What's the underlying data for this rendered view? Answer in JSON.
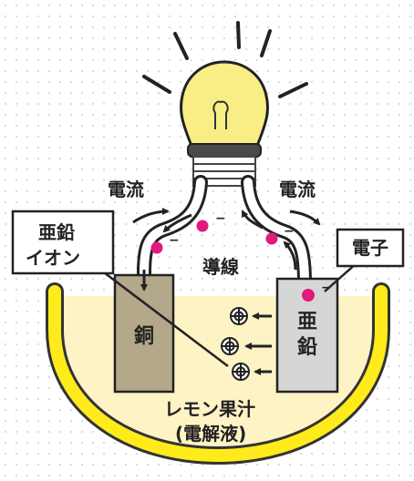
{
  "labels": {
    "current_left": "電流",
    "current_right": "電流",
    "wire": "導線",
    "copper": "銅",
    "zinc_line1": "亜",
    "zinc_line2": "鉛",
    "zinc_ion_line1": "亜鉛",
    "zinc_ion_line2": "イオン",
    "electron": "電子",
    "juice_line1": "レモン果汁",
    "juice_line2": "(電解液)",
    "electron_sign": "−",
    "ion_sign": "+"
  },
  "colors": {
    "bulb_glass": "#f9ee86",
    "bulb_base": "#4a4a4a",
    "liquid": "#fdf3c4",
    "bowl_rim": "#ffeb1c",
    "bowl_outline": "#333333",
    "copper_plate": "#b4a88a",
    "zinc_plate": "#d6d6d6",
    "electron": "#e2197e",
    "wire": "#ffffff"
  },
  "icons": {
    "bulb": "light-bulb-icon",
    "electron": "electron-dot-icon",
    "ion": "zinc-ion-plus-icon",
    "arrow": "arrow-icon"
  }
}
